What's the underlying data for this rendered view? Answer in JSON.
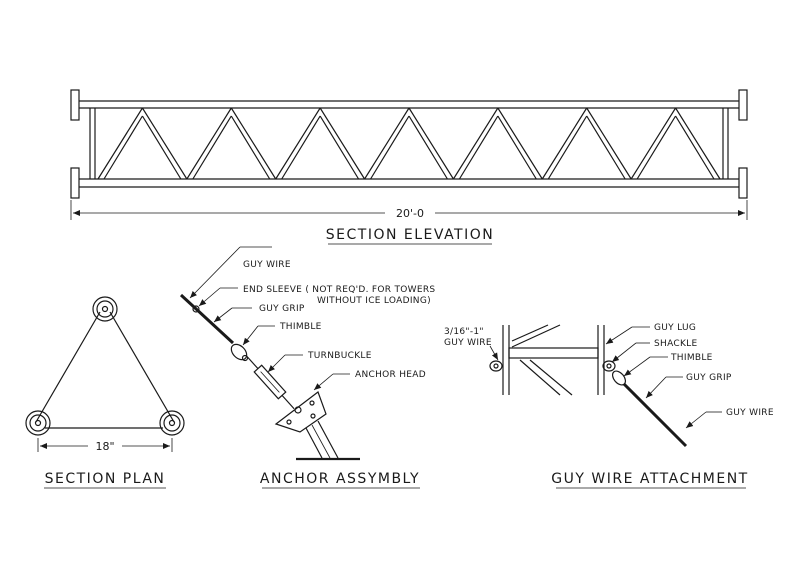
{
  "section_elevation": {
    "dimension": "20'-0",
    "title": "SECTION ELEVATION"
  },
  "section_plan": {
    "dimension": "18\"",
    "title": "SECTION PLAN"
  },
  "anchor_assembly": {
    "title": "ANCHOR ASSYMBLY",
    "labels": {
      "guy_wire": "GUY WIRE",
      "end_sleeve_1": "END SLEEVE ( NOT REQ'D. FOR TOWERS",
      "end_sleeve_2": "WITHOUT ICE LOADING)",
      "guy_grip": "GUY GRIP",
      "thimble": "THIMBLE",
      "turnbuckle": "TURNBUCKLE",
      "anchor_head": "ANCHOR HEAD"
    }
  },
  "guy_wire_attachment": {
    "title": "GUY WIRE ATTACHMENT",
    "labels": {
      "wire_size_1": "3/16\"-1\"",
      "wire_size_2": "GUY WIRE",
      "guy_lug": "GUY LUG",
      "shackle": "SHACKLE",
      "thimble": "THIMBLE",
      "guy_grip": "GUY GRIP",
      "guy_wire": "GUY WIRE"
    }
  }
}
